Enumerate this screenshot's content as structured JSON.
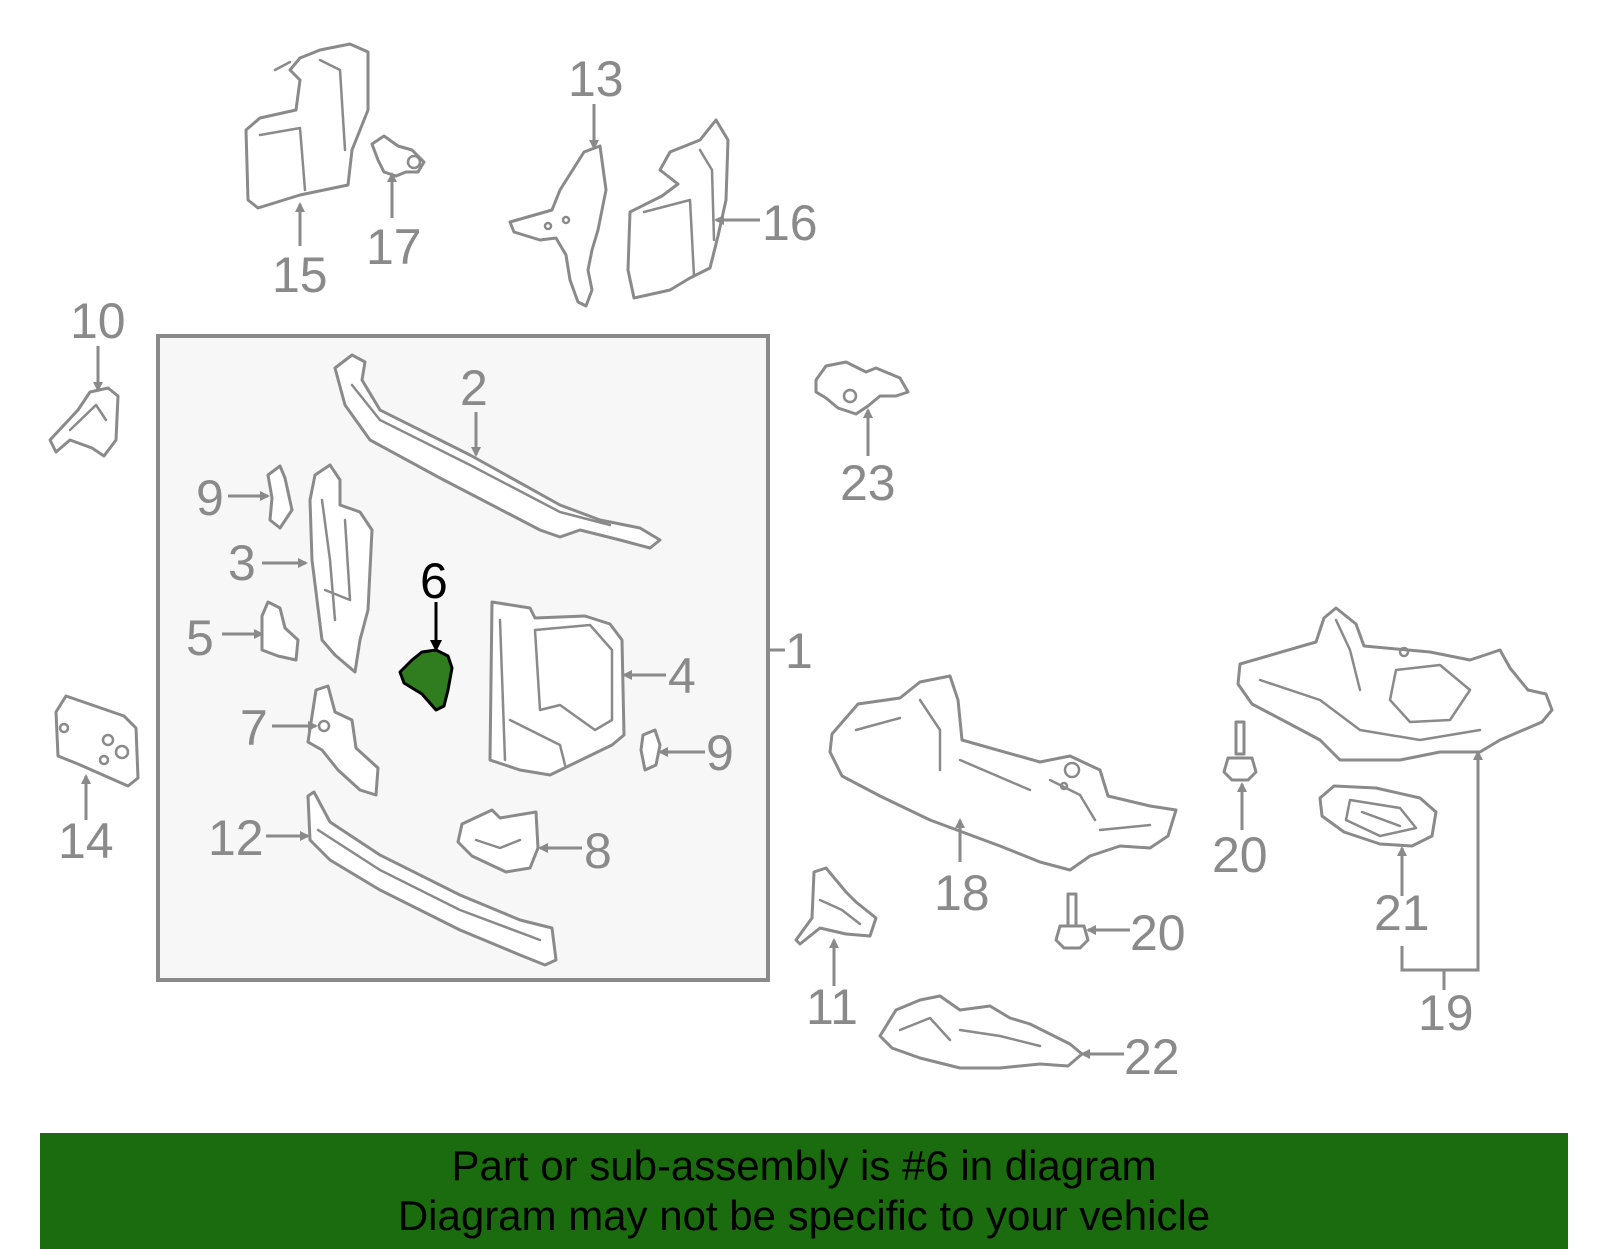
{
  "highlight_color": "#2f7d1e",
  "banner_color": "#1b6b0f",
  "line_color": "#8a8a8a",
  "callouts": {
    "c1": "1",
    "c2": "2",
    "c3": "3",
    "c4": "4",
    "c5": "5",
    "c6": "6",
    "c7": "7",
    "c8": "8",
    "c9a": "9",
    "c9b": "9",
    "c10": "10",
    "c11": "11",
    "c12": "12",
    "c13": "13",
    "c14": "14",
    "c15": "15",
    "c16": "16",
    "c17": "17",
    "c18": "18",
    "c19": "19",
    "c20a": "20",
    "c20b": "20",
    "c21": "21",
    "c22": "22",
    "c23": "23"
  },
  "banner": {
    "line1": "Part or sub-assembly is #6 in diagram",
    "line2": "Diagram may not be specific to your vehicle"
  }
}
